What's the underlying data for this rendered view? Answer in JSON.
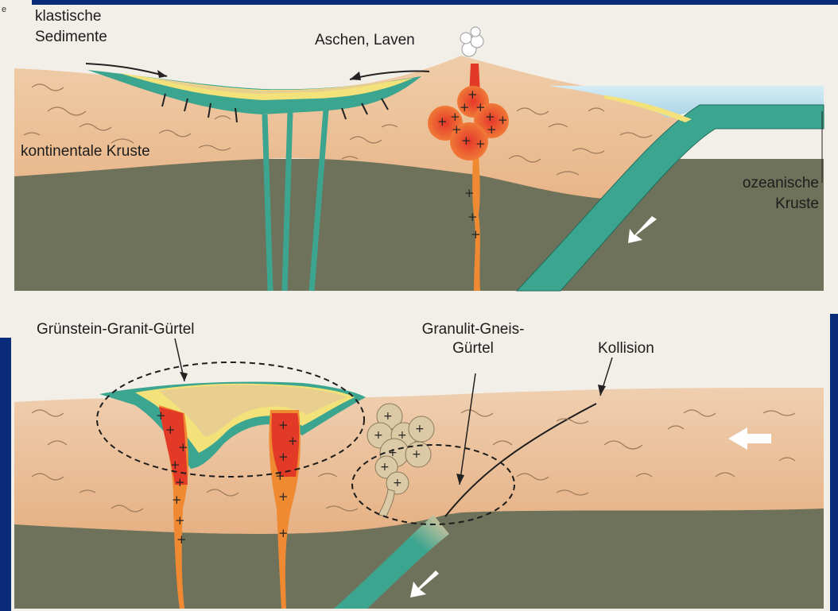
{
  "colors": {
    "frame": "#0a2a7a",
    "paper": "#f2efe9",
    "crust": "#f0c9a0",
    "crust_deep": "#e8b888",
    "mantle": "#6f725a",
    "ocean_crust": "#3ba58f",
    "ocean_crust_edge": "#1f6b5a",
    "sea": "#bfe0ee",
    "sediment_yellow": "#f3e27a",
    "sediment_tan": "#e9cf8f",
    "magma_orange": "#f08a32",
    "magma_red": "#e23a27",
    "granite_beige": "#dcc9a6",
    "arrow": "#ffffff",
    "line": "#222222"
  },
  "top_panel": {
    "labels": {
      "clastic_sediments_line1": "klastische",
      "clastic_sediments_line2": "Sedimente",
      "ash_lava": "Aschen, Laven",
      "continental_crust": "kontinentale Kruste",
      "oceanic_crust_line1": "ozeanische",
      "oceanic_crust_line2": "Kruste"
    },
    "edge_note": "e"
  },
  "bottom_panel": {
    "labels": {
      "greenstone_belt": "Grünstein-Granit-Gürtel",
      "granulite_line1": "Granulit-Gneis-",
      "granulite_line2": "Gürtel",
      "collision": "Kollision"
    }
  }
}
